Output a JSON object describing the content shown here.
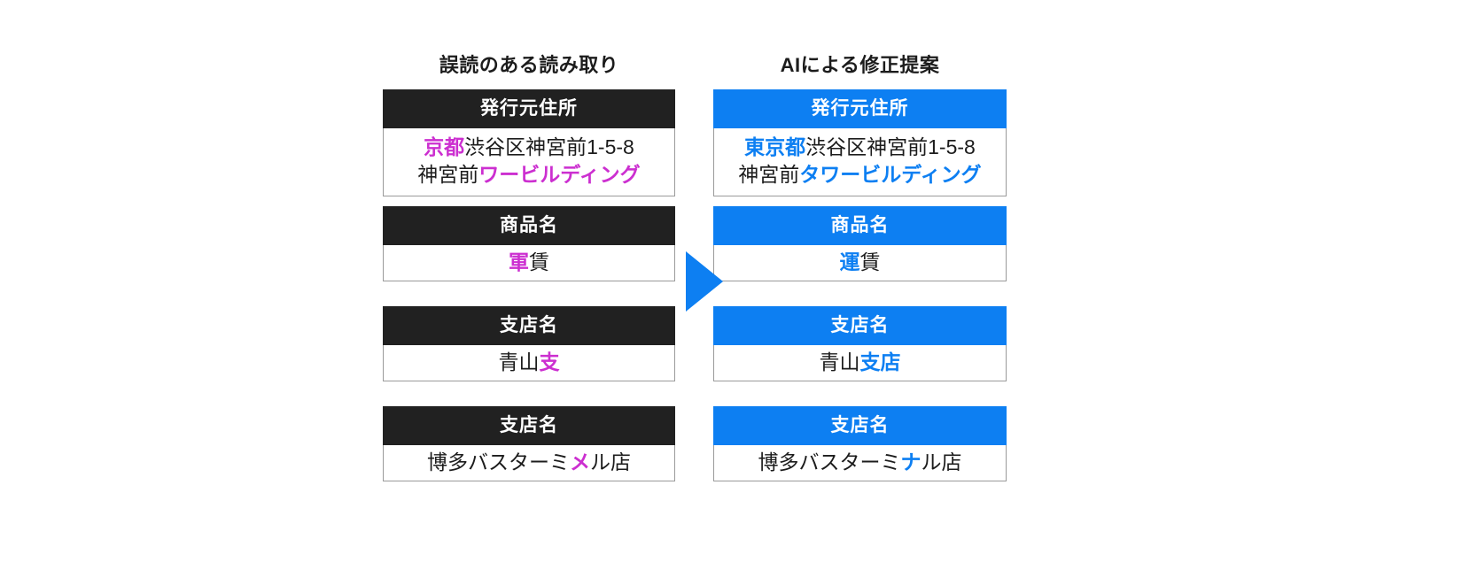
{
  "colors": {
    "page_background": "#ffffff",
    "header_dark": "#212121",
    "header_blue": "#0d7ff2",
    "error_highlight": "#cc2fd0",
    "fix_highlight": "#0d7ff2",
    "arrow": "#0d7ff2",
    "card_border": "#9a9a9a",
    "text": "#1c1c1c"
  },
  "columns": {
    "left": {
      "title": "誤読のある読み取り",
      "cards": [
        {
          "header": "発行元住所",
          "lines": [
            [
              {
                "text": "京都",
                "style": "error"
              },
              {
                "text": "渋谷区神宮前1-5-8",
                "style": "plain"
              }
            ],
            [
              {
                "text": "神宮前",
                "style": "plain"
              },
              {
                "text": "ワービルディング",
                "style": "error"
              }
            ]
          ]
        },
        {
          "header": "商品名",
          "lines": [
            [
              {
                "text": "軍",
                "style": "error"
              },
              {
                "text": "賃",
                "style": "plain"
              }
            ]
          ]
        },
        {
          "header": "支店名",
          "lines": [
            [
              {
                "text": "青山",
                "style": "plain"
              },
              {
                "text": "支",
                "style": "error"
              }
            ]
          ]
        },
        {
          "header": "支店名",
          "lines": [
            [
              {
                "text": "博多バスターミ",
                "style": "plain"
              },
              {
                "text": "メ",
                "style": "error"
              },
              {
                "text": "ル店",
                "style": "plain"
              }
            ]
          ]
        }
      ]
    },
    "right": {
      "title": "AIによる修正提案",
      "cards": [
        {
          "header": "発行元住所",
          "lines": [
            [
              {
                "text": "東京都",
                "style": "fix"
              },
              {
                "text": "渋谷区神宮前1-5-8",
                "style": "plain"
              }
            ],
            [
              {
                "text": "神宮前",
                "style": "plain"
              },
              {
                "text": "タワービルディング",
                "style": "fix"
              }
            ]
          ]
        },
        {
          "header": "商品名",
          "lines": [
            [
              {
                "text": "運",
                "style": "fix"
              },
              {
                "text": "賃",
                "style": "plain"
              }
            ]
          ]
        },
        {
          "header": "支店名",
          "lines": [
            [
              {
                "text": "青山",
                "style": "plain"
              },
              {
                "text": "支店",
                "style": "fix"
              }
            ]
          ]
        },
        {
          "header": "支店名",
          "lines": [
            [
              {
                "text": "博多バスターミ",
                "style": "plain"
              },
              {
                "text": "ナ",
                "style": "fix"
              },
              {
                "text": "ル店",
                "style": "plain"
              }
            ]
          ]
        }
      ]
    }
  },
  "arrow": {
    "icon": "triangle-right-icon",
    "direction": "right"
  },
  "layout": {
    "card_tops": [
      0,
      132,
      245,
      358
    ],
    "multiline_card_index": 0
  }
}
